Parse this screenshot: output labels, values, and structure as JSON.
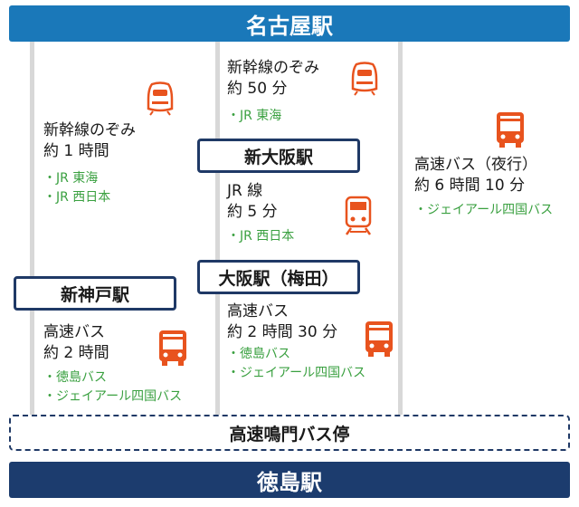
{
  "stations": {
    "nagoya": "名古屋駅",
    "tokushima": "徳島駅",
    "shin_osaka": "新大阪駅",
    "osaka": "大阪駅（梅田）",
    "shin_kobe": "新神戸駅",
    "naruto_stop": "高速鳴門バス停"
  },
  "routes": {
    "nagoya_shinkobe": {
      "line1": "新幹線のぞみ",
      "line2": "約 1 時間",
      "ops": [
        "・JR 東海",
        "・JR 西日本"
      ]
    },
    "nagoya_shinosaka": {
      "line1": "新幹線のぞみ",
      "line2": "約 50 分",
      "ops": [
        "・JR 東海"
      ]
    },
    "shinosaka_osaka": {
      "line1": "JR 線",
      "line2": "約 5 分",
      "ops": [
        "・JR 西日本"
      ]
    },
    "osaka_naruto": {
      "line1": "高速バス",
      "line2": "約 2 時間 30 分",
      "ops": [
        "・徳島バス",
        "・ジェイアール四国バス"
      ]
    },
    "shinkobe_naruto": {
      "line1": "高速バス",
      "line2": "約 2 時間",
      "ops": [
        "・徳島バス",
        "・ジェイアール四国バス"
      ]
    },
    "nagoya_night": {
      "line1": "高速バス（夜行）",
      "line2": "約 6 時間 10 分",
      "ops": [
        "・ジェイアール四国バス"
      ]
    }
  },
  "colors": {
    "nagoya_bar": "#1a78b9",
    "tokushima_bar": "#1c3c6e",
    "station_border": "#1f3966",
    "operator_text": "#3aa040",
    "icon": "#e8531e",
    "track": "#d8d8d8"
  },
  "icons": {
    "shinkansen": "shinkansen-icon",
    "train": "train-icon",
    "bus": "bus-icon"
  }
}
